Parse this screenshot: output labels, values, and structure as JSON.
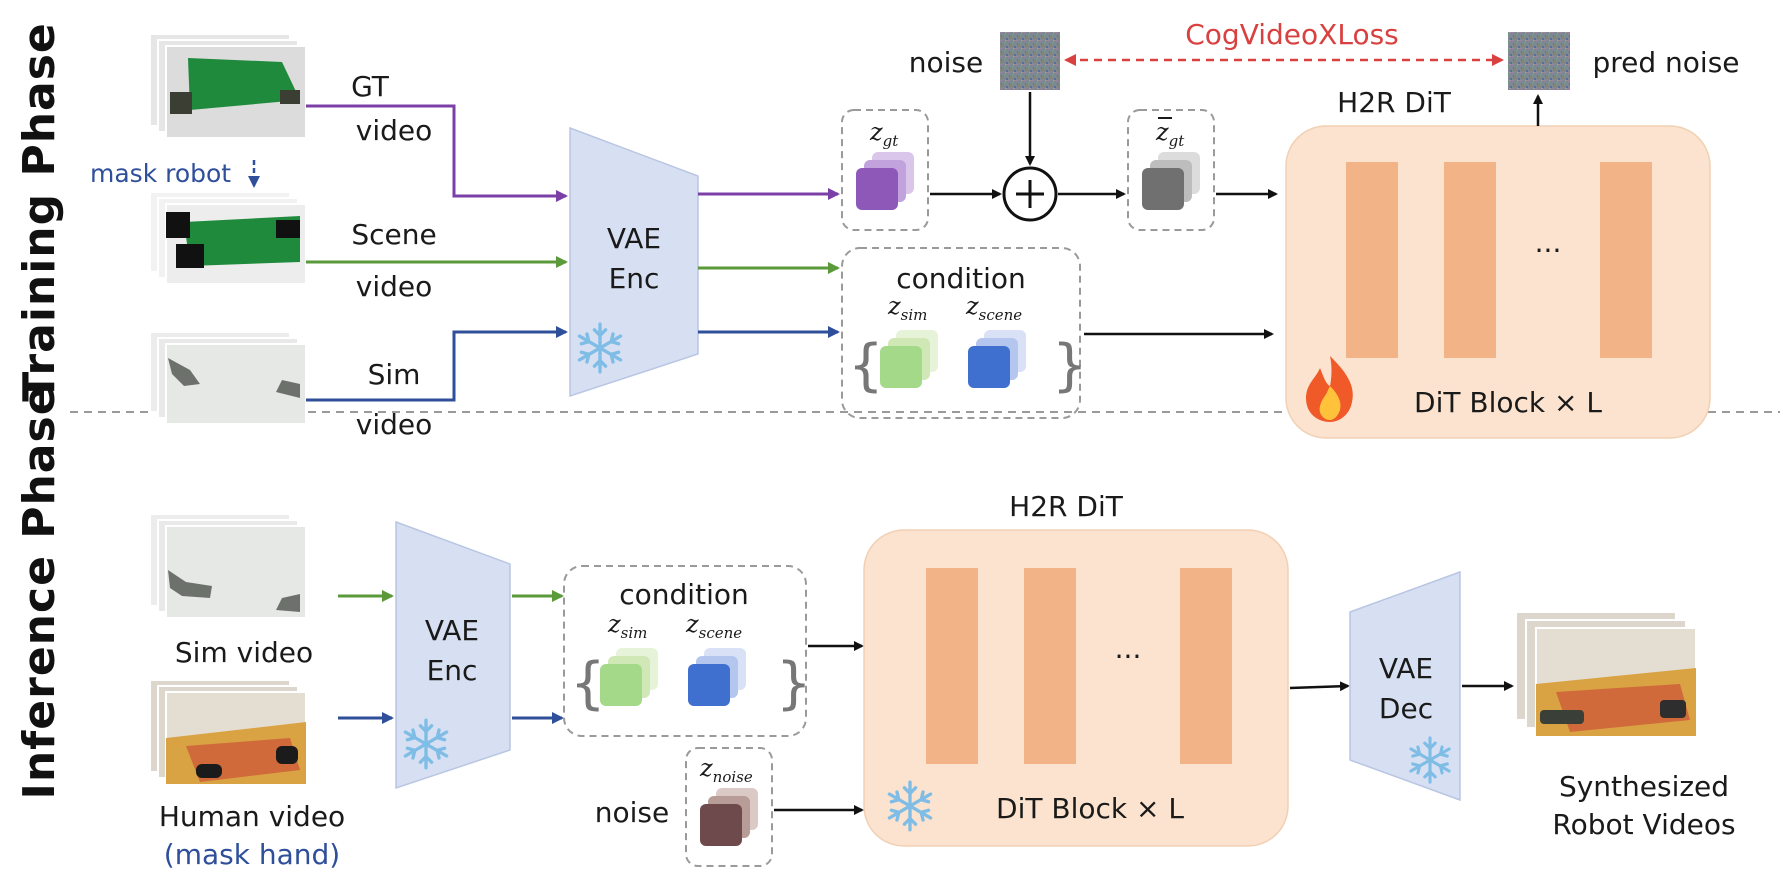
{
  "phases": {
    "training": "Training Phase",
    "inference": "Inference Phase"
  },
  "training": {
    "gt_label_1": "GT",
    "gt_label_2": "video",
    "mask_robot": "mask robot",
    "scene_label_1": "Scene",
    "scene_label_2": "video",
    "sim_label_1": "Sim",
    "sim_label_2": "video",
    "vae_enc_1": "VAE",
    "vae_enc_2": "Enc",
    "z_gt": "z",
    "z_gt_sub": "gt",
    "z_gt_bar": "z",
    "z_gt_bar_sub": "gt",
    "noise": "noise",
    "pred_noise": "pred noise",
    "loss": "CogVideoXLoss",
    "condition": "condition",
    "z_sim": "z",
    "z_sim_sub": "sim",
    "z_scene": "z",
    "z_scene_sub": "scene",
    "dit_title": "H2R DiT",
    "dots": "...",
    "dit_block": "DiT Block × L"
  },
  "inference": {
    "sim_video": "Sim video",
    "human_video": "Human video",
    "mask_hand": "(mask hand)",
    "vae_enc_1": "VAE",
    "vae_enc_2": "Enc",
    "condition": "condition",
    "z_sim": "z",
    "z_sim_sub": "sim",
    "z_scene": "z",
    "z_scene_sub": "scene",
    "noise": "noise",
    "z_noise": "z",
    "z_noise_sub": "noise",
    "dit_title": "H2R DiT",
    "dots": "...",
    "dit_block": "DiT Block × L",
    "vae_dec_1": "VAE",
    "vae_dec_2": "Dec",
    "output_1": "Synthesized",
    "output_2": "Robot Videos"
  },
  "colors": {
    "purple": "#7b3fa8",
    "green": "#5a9a3a",
    "blue": "#2f4f9a",
    "red": "#d94040",
    "vae": "#d7e0f2",
    "dit_bg": "#fbe3cf",
    "dit_bar": "#f2b486"
  }
}
